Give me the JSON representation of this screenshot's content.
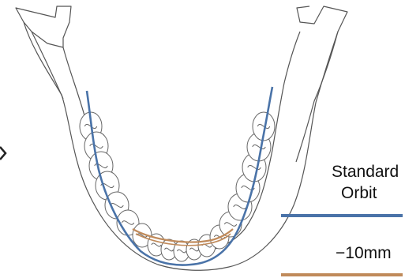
{
  "legend": {
    "items": [
      {
        "label_line1": "Standard",
        "label_line2": "Orbit",
        "color": "#4a73a8"
      },
      {
        "label": "−10mm",
        "color": "#c08a5a"
      }
    ]
  },
  "colors": {
    "outline": "#555555",
    "teeth": "#666666",
    "standard_orbit": "#4a73a8",
    "reduced_orbit": "#c08a5a"
  },
  "marker": "chevron-right-icon"
}
